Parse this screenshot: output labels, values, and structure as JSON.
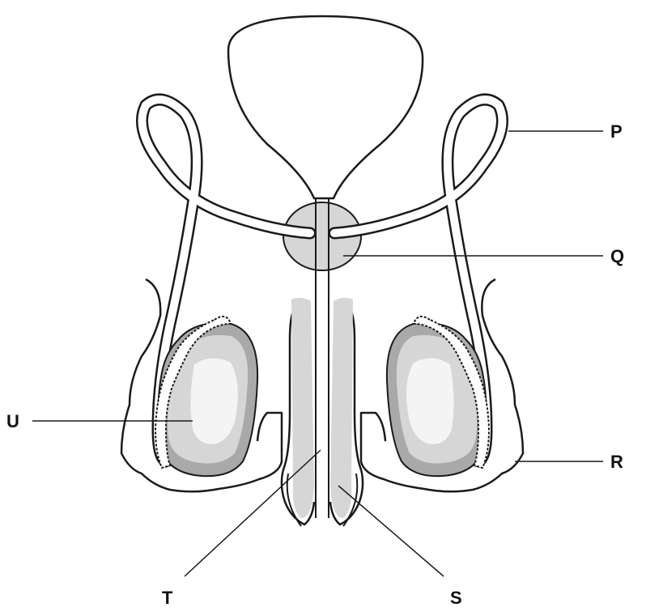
{
  "labels": {
    "P": "P",
    "Q": "Q",
    "R": "R",
    "S": "S",
    "T": "T",
    "U": "U"
  },
  "colors": {
    "outline": "#1a1a1a",
    "tissue_dark": "#a9a9a9",
    "tissue_mid": "#d6d6d6",
    "tissue_light": "#f4f4f4",
    "background": "#ffffff"
  }
}
